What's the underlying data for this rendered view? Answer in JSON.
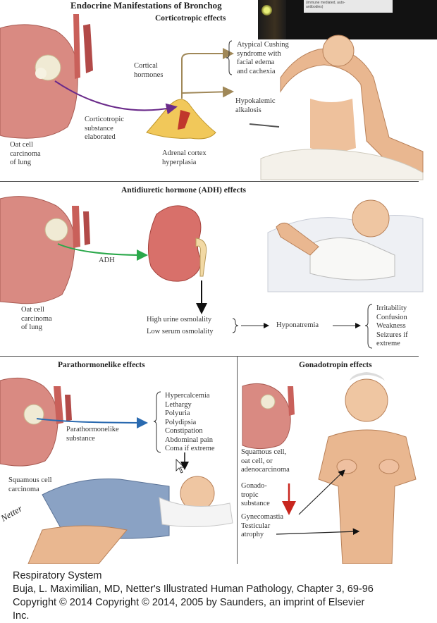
{
  "title": "Endocrine Manifestations of Bronchog",
  "webcam_note": [
    "(immune mediated, auto-",
    "antibodies)"
  ],
  "corticotropic": {
    "heading": "Corticotropic effects",
    "labels": {
      "cortical_hormones": [
        "Cortical",
        "hormones"
      ],
      "cushing": [
        "Atypical Cushing",
        "syndrome with",
        "facial edema",
        "and cachexia"
      ],
      "hypokalemic": [
        "Hypokalemic",
        "alkalosis"
      ],
      "corticotropic_substance": [
        "Corticotropic",
        "substance",
        "elaborated"
      ],
      "oat_cell": [
        "Oat cell",
        "carcinoma",
        "of lung"
      ],
      "adrenal": [
        "Adrenal cortex",
        "hyperplasia"
      ]
    }
  },
  "adh": {
    "heading": "Antidiuretic hormone (ADH) effects",
    "labels": {
      "adh": "ADH",
      "oat_cell": [
        "Oat cell",
        "carcinoma",
        "of lung"
      ],
      "osmolality": [
        "High urine osmolality",
        "Low serum osmolality"
      ],
      "hyponatremia": "Hyponatremia",
      "symptoms": [
        "Irritability",
        "Confusion",
        "Weakness",
        "Seizures if",
        "extreme"
      ]
    }
  },
  "parathormone": {
    "heading": "Parathormonelike effects",
    "labels": {
      "substance": [
        "Parathormonelike",
        "substance"
      ],
      "symptoms": [
        "Hypercalcemia",
        "Lethargy",
        "Polyuria",
        "Polydipsia",
        "Constipation",
        "Abdominal pain",
        "Coma if extreme"
      ],
      "squamous": [
        "Squamous cell",
        "carcinoma"
      ]
    }
  },
  "gonadotropin": {
    "heading": "Gonadotropin effects",
    "labels": {
      "cell_types": [
        "Squamous cell,",
        "oat cell, or",
        "adenocarcinoma"
      ],
      "substance": [
        "Gonado-",
        "tropic",
        "substance"
      ],
      "effects": [
        "Gynecomastia",
        "Testicular",
        "atrophy"
      ]
    }
  },
  "footer": {
    "line1": "Respiratory System",
    "line2": "Buja, L. Maximilian, MD, Netter's Illustrated Human Pathology, Chapter 3, 69-96",
    "line3": "Copyright ©  2014   Copyright © 2014, 2005 by Saunders, an imprint of Elsevier",
    "line4": "Inc."
  },
  "colors": {
    "lung": "#d98a82",
    "tumor": "#f0ead4",
    "adrenal": "#f1c85a",
    "kidney": "#d8706a",
    "skin": "#e9b790",
    "arrow_purple": "#6a2a8a",
    "arrow_tan": "#a08858",
    "arrow_green": "#2aa84a",
    "arrow_blue": "#2a6ab0",
    "arrow_red": "#c8261e"
  }
}
